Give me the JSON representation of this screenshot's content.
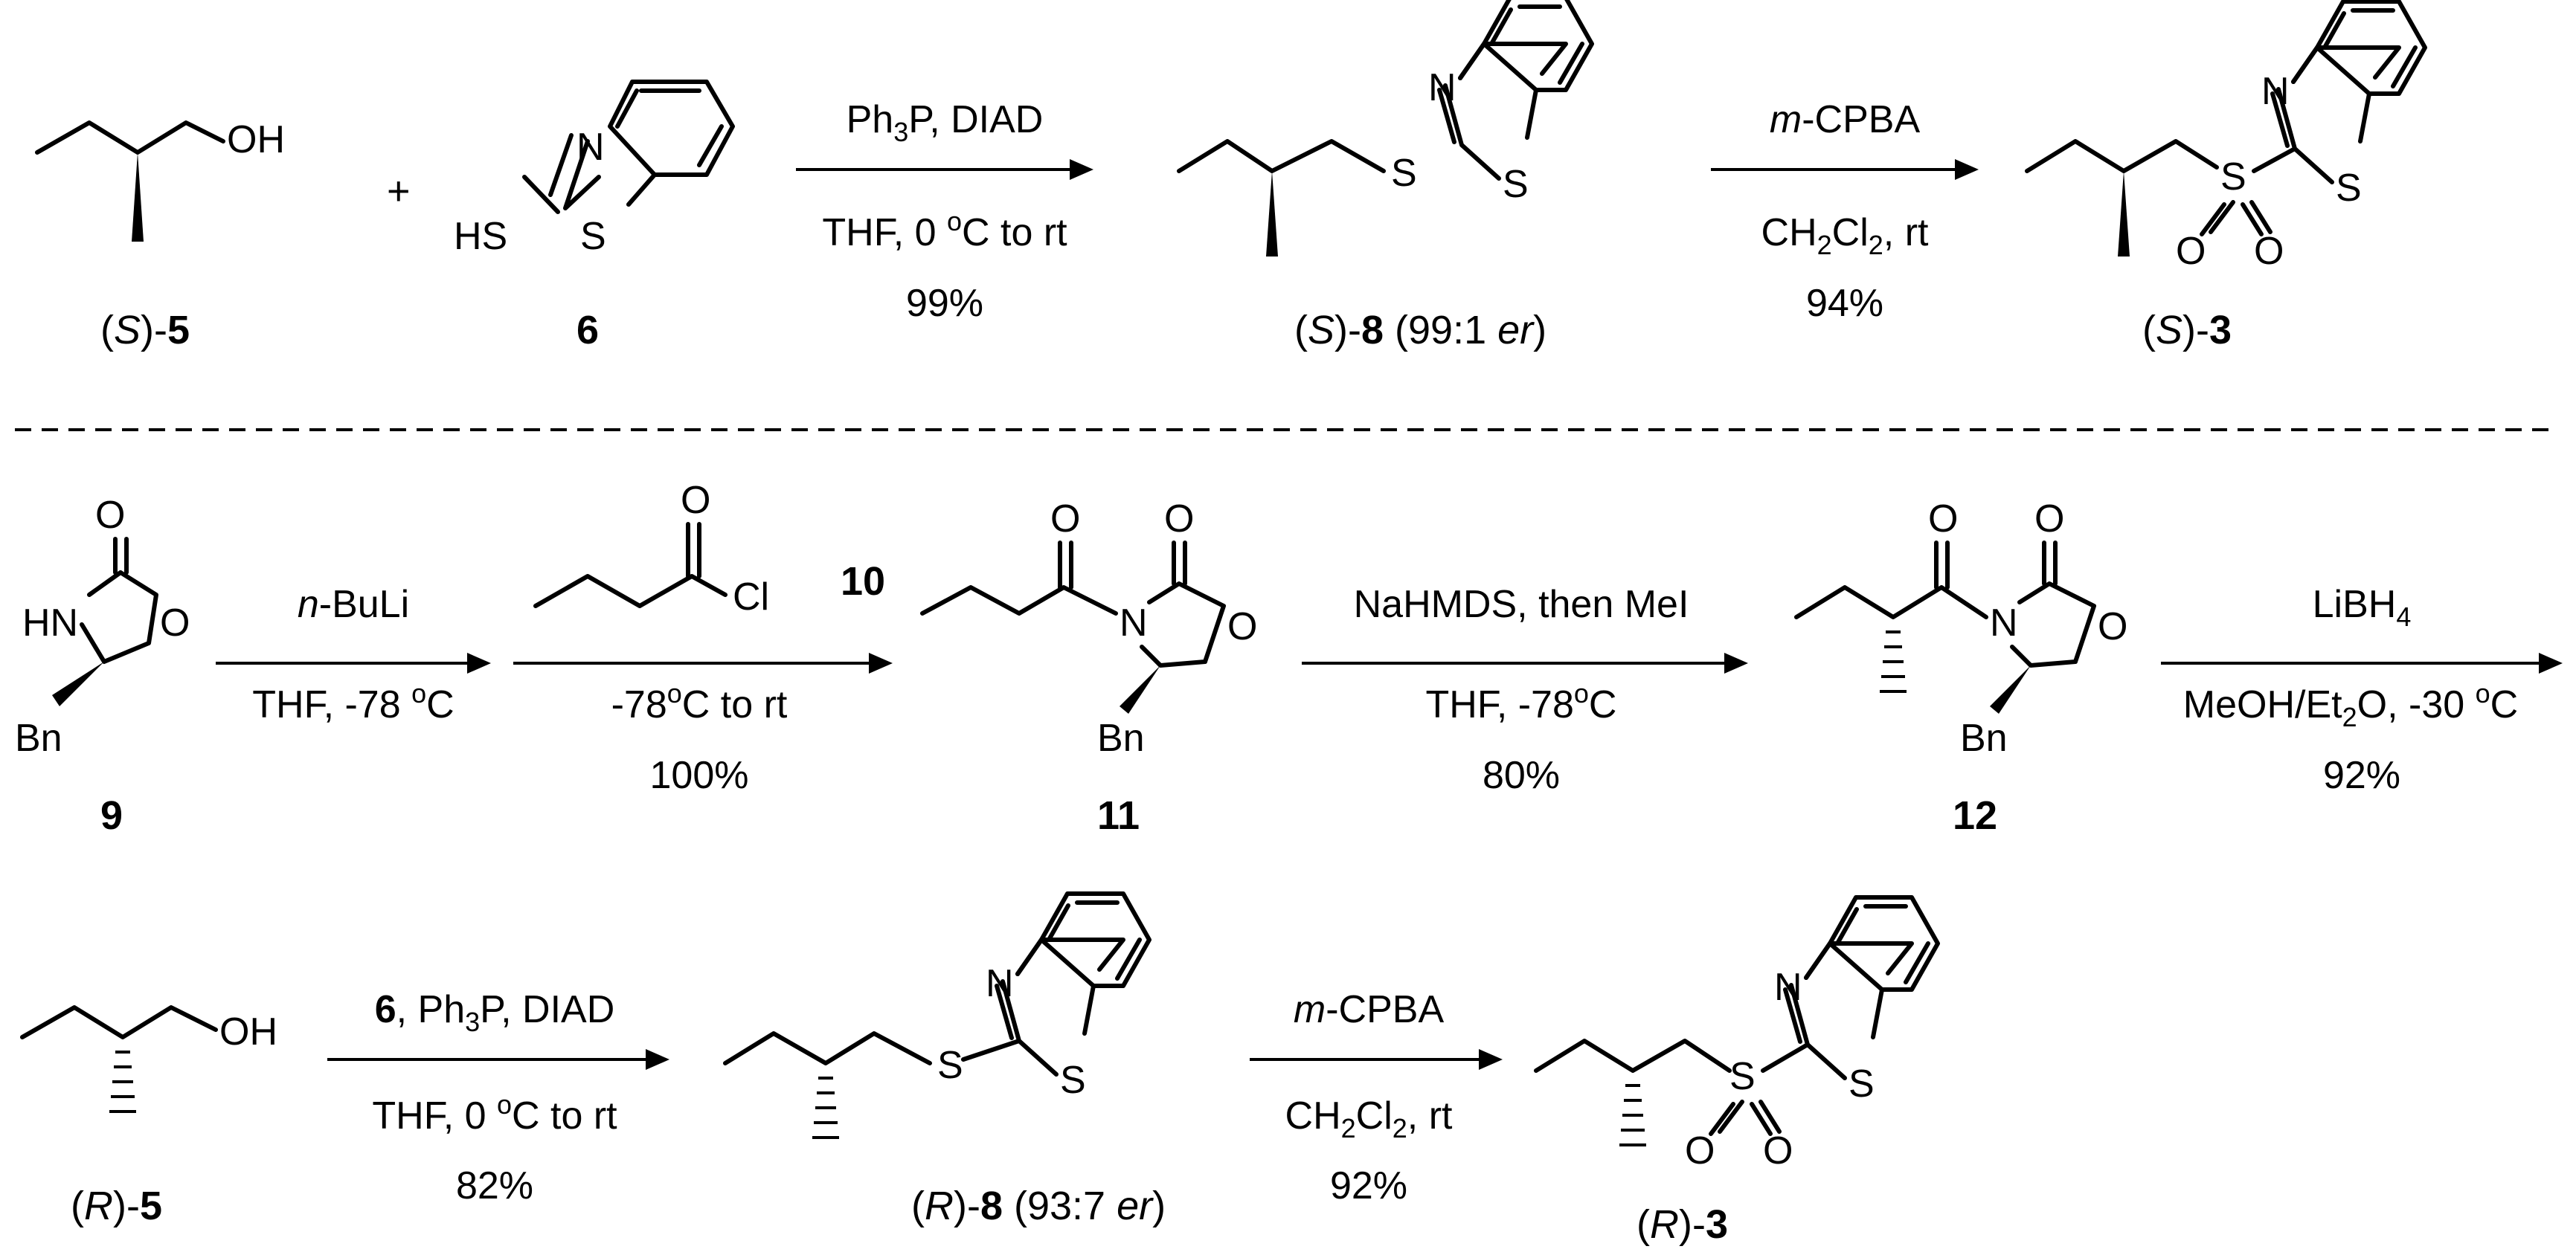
{
  "atoms": {
    "OH": "OH",
    "SH": "HS",
    "N": "N",
    "S": "S",
    "O": "O",
    "HN": "HN",
    "Bn": "Bn",
    "Cl": "Cl"
  },
  "top": {
    "cmp5": {
      "pre": "(",
      "italic": "S",
      "post": ")-",
      "num": "5"
    },
    "cmp6": {
      "num": "6"
    },
    "plus": "+",
    "step1": {
      "a1": "Ph",
      "a1sub": "3",
      "a2": "P, DIAD",
      "b1": "THF, 0 ",
      "bsup": "o",
      "b2": "C to rt",
      "c": "99%"
    },
    "cmp8": {
      "pre": "(",
      "italic": "S",
      "post": ")-",
      "num": "8",
      "extra": " (99:1 ",
      "er": "er",
      "close": ")"
    },
    "step2": {
      "a1": "m",
      "a2": "-CPBA",
      "b1": "CH",
      "bsub1": "2",
      "b2": "Cl",
      "bsub2": "2",
      "b3": ", rt",
      "c": "94%"
    },
    "cmp3": {
      "pre": "(",
      "italic": "S",
      "post": ")-",
      "num": "3"
    }
  },
  "middle": {
    "cmp9": {
      "num": "9"
    },
    "step3": {
      "a1": "n",
      "a2": "-BuLi",
      "b1": "THF, -78 ",
      "bsup": "o",
      "b2": "C"
    },
    "step4": {
      "reagent_num": "10",
      "b1": "-78",
      "bsup": "o",
      "b2": "C to rt",
      "c": "100%"
    },
    "cmp11": {
      "num": "11"
    },
    "step5": {
      "a": "NaHMDS, then MeI",
      "b1": "THF, -78",
      "bsup": "o",
      "b2": "C",
      "c": "80%"
    },
    "cmp12": {
      "num": "12"
    },
    "step6": {
      "a1": "LiBH",
      "asub": "4",
      "b1": "MeOH/Et",
      "bsub": "2",
      "b2": "O, -30 ",
      "bsup": "o",
      "b3": "C",
      "c": "92%"
    }
  },
  "bottom": {
    "cmp5": {
      "pre": "(",
      "italic": "R",
      "post": ")-",
      "num": "5"
    },
    "step7": {
      "anum": "6",
      "a1": ", Ph",
      "asub": "3",
      "a2": "P, DIAD",
      "b1": "THF, 0 ",
      "bsup": "o",
      "b2": "C to rt",
      "c": "82%"
    },
    "cmp8": {
      "pre": "(",
      "italic": "R",
      "post": ")-",
      "num": "8",
      "extra": " (93:7 ",
      "er": "er",
      "close": ")"
    },
    "step8": {
      "a1": "m",
      "a2": "-CPBA",
      "b1": "CH",
      "bsub1": "2",
      "b2": "Cl",
      "bsub2": "2",
      "b3": ", rt",
      "c": "92%"
    },
    "cmp3": {
      "pre": "(",
      "italic": "R",
      "post": ")-",
      "num": "3"
    }
  }
}
